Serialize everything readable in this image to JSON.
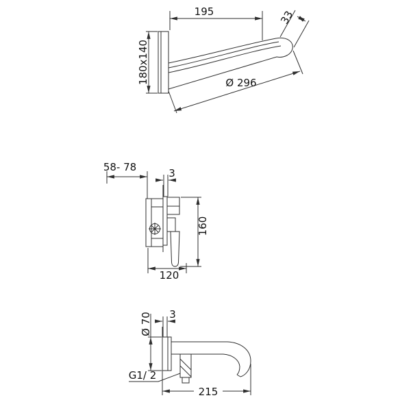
{
  "figure": {
    "colors": {
      "background": "#ffffff",
      "line": "#2e2e2e",
      "text": "#111111"
    },
    "views": {
      "spout_top": {
        "dims": {
          "length": "195",
          "end_width": "33",
          "plate": "180x140",
          "reach": "Ø 296"
        }
      },
      "mixer_front": {
        "dims": {
          "depth_range": "58- 78",
          "plate_thickness": "3",
          "height": "160",
          "lever_length": "120"
        }
      },
      "spout_side": {
        "dims": {
          "flange_diameter": "Ø 70",
          "plate_thickness": "3",
          "thread": "G1/ 2",
          "length": "215"
        }
      }
    }
  }
}
